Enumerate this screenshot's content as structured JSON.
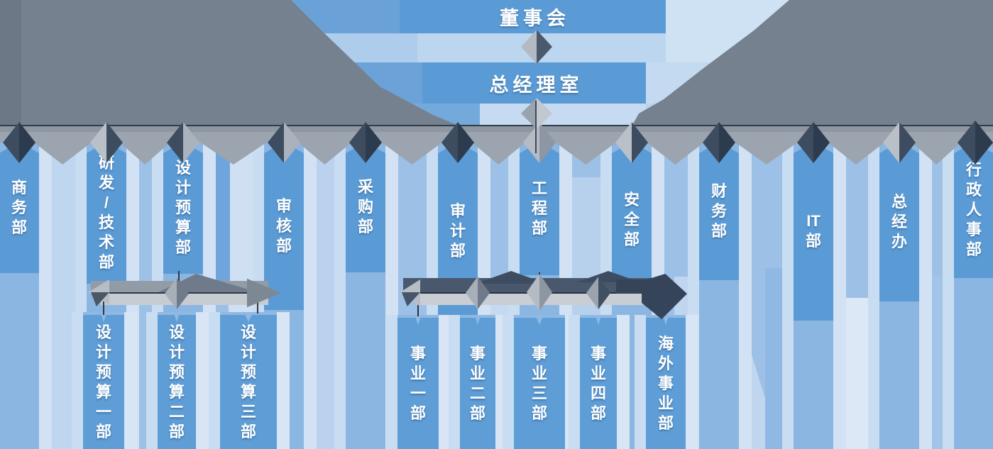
{
  "title_boxes": {
    "board": "董事会",
    "general_manager": "总经理室"
  },
  "departments": [
    "商务部",
    "研发/技术部",
    "设计预算部",
    "审核部",
    "采购部",
    "审计部",
    "工程部",
    "安全部",
    "财务部",
    "IT部",
    "总经办",
    "行政人事部"
  ],
  "sub_groups": [
    {
      "parent": "设计预算部",
      "children": [
        "设计预算一部",
        "设计预算二部",
        "设计预算三部"
      ]
    },
    {
      "parent": "工程部",
      "children": [
        "事业一部",
        "事业二部",
        "事业三部",
        "事业四部",
        "海外事业部"
      ]
    }
  ],
  "colors": {
    "primary_blue": "#5b9bd5",
    "slate_gray": "#75818f",
    "dark_navy": "#3c4a5e",
    "light_blue": "#c7dcf2",
    "band_gray": "#9ba4af",
    "text": "#ffffff"
  }
}
